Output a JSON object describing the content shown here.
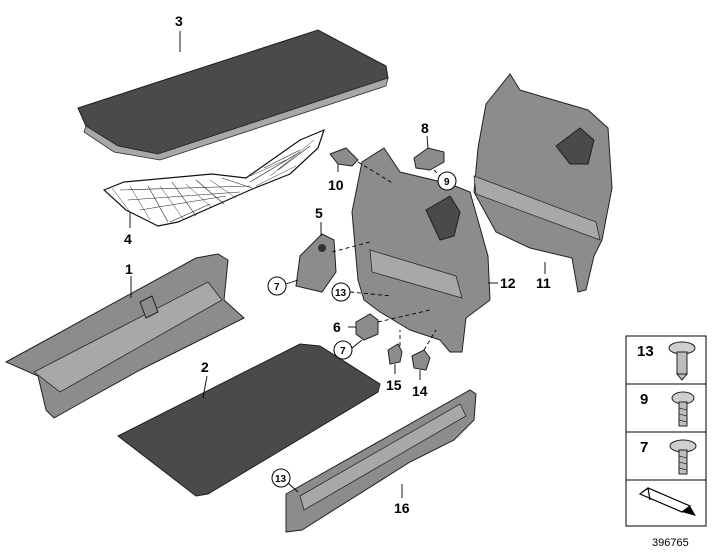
{
  "diagram": {
    "labels": {
      "p1": "1",
      "p2": "2",
      "p3": "3",
      "p4": "4",
      "p5": "5",
      "p6": "6",
      "p7a": "7",
      "p7b": "7",
      "p8": "8",
      "p9": "9",
      "p10": "10",
      "p11": "11",
      "p12": "12",
      "p13a": "13",
      "p13b": "13",
      "p14": "14",
      "p15": "15",
      "p16": "16"
    },
    "legend": [
      {
        "num": "13"
      },
      {
        "num": "9"
      },
      {
        "num": "7"
      }
    ],
    "reference_number": "396765"
  }
}
